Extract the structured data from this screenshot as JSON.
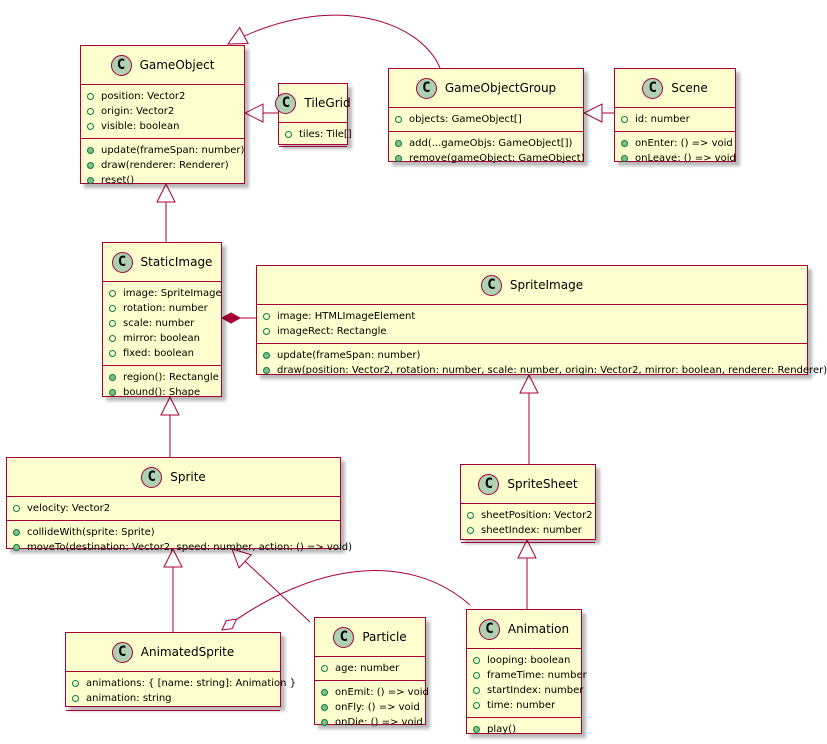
{
  "classes": {
    "gameobject": {
      "badge": "C",
      "name": "GameObject",
      "fields": [
        "position: Vector2",
        "origin: Vector2",
        "visible: boolean"
      ],
      "methods": [
        "update(frameSpan: number)",
        "draw(renderer: Renderer)",
        "reset()"
      ]
    },
    "tilegrid": {
      "badge": "C",
      "name": "TileGrid",
      "fields": [
        "tiles: Tile[]"
      ],
      "methods": []
    },
    "gameobjectgroup": {
      "badge": "C",
      "name": "GameObjectGroup",
      "fields": [
        "objects: GameObject[]"
      ],
      "methods": [
        "add(...gameObjs: GameObject[])",
        "remove(gameObject: GameObject)"
      ]
    },
    "scene": {
      "badge": "C",
      "name": "Scene",
      "fields": [
        "id: number"
      ],
      "methods": [
        "onEnter: () => void",
        "onLeave: () => void"
      ]
    },
    "staticimage": {
      "badge": "C",
      "name": "StaticImage",
      "fields": [
        "image: SpriteImage",
        "rotation: number",
        "scale: number",
        "mirror: boolean",
        "fixed: boolean"
      ],
      "methods": [
        "region(): Rectangle",
        "bound(): Shape"
      ]
    },
    "spriteimage": {
      "badge": "C",
      "name": "SpriteImage",
      "fields": [
        "image: HTMLImageElement",
        "imageRect: Rectangle"
      ],
      "methods": [
        "update(frameSpan: number)",
        "draw(position: Vector2, rotation: number, scale: number, origin: Vector2, mirror: boolean, renderer: Renderer)"
      ]
    },
    "sprite": {
      "badge": "C",
      "name": "Sprite",
      "fields": [
        "velocity: Vector2"
      ],
      "methods": [
        "collideWith(sprite: Sprite)",
        "moveTo(destination: Vector2, speed: number, action: () => void)"
      ]
    },
    "spritesheet": {
      "badge": "C",
      "name": "SpriteSheet",
      "fields": [
        "sheetPosition: Vector2",
        "sheetIndex: number"
      ],
      "methods": []
    },
    "animatedsprite": {
      "badge": "C",
      "name": "AnimatedSprite",
      "fields": [
        "animations: { [name: string]: Animation }",
        "animation: string"
      ],
      "methods": []
    },
    "particle": {
      "badge": "C",
      "name": "Particle",
      "fields": [
        "age: number"
      ],
      "methods": [
        "onEmit: () => void",
        "onFly: () => void",
        "onDie: () => void"
      ]
    },
    "animation": {
      "badge": "C",
      "name": "Animation",
      "fields": [
        "looping: boolean",
        "frameTime: number",
        "startIndex: number",
        "time: number"
      ],
      "methods": [
        "play()"
      ]
    }
  },
  "colors": {
    "class_fill": "#FEFECE",
    "class_border": "#A80036",
    "badge_fill": "#ADD1B2",
    "field_marker": "#038048",
    "method_marker": "#84BE84"
  }
}
